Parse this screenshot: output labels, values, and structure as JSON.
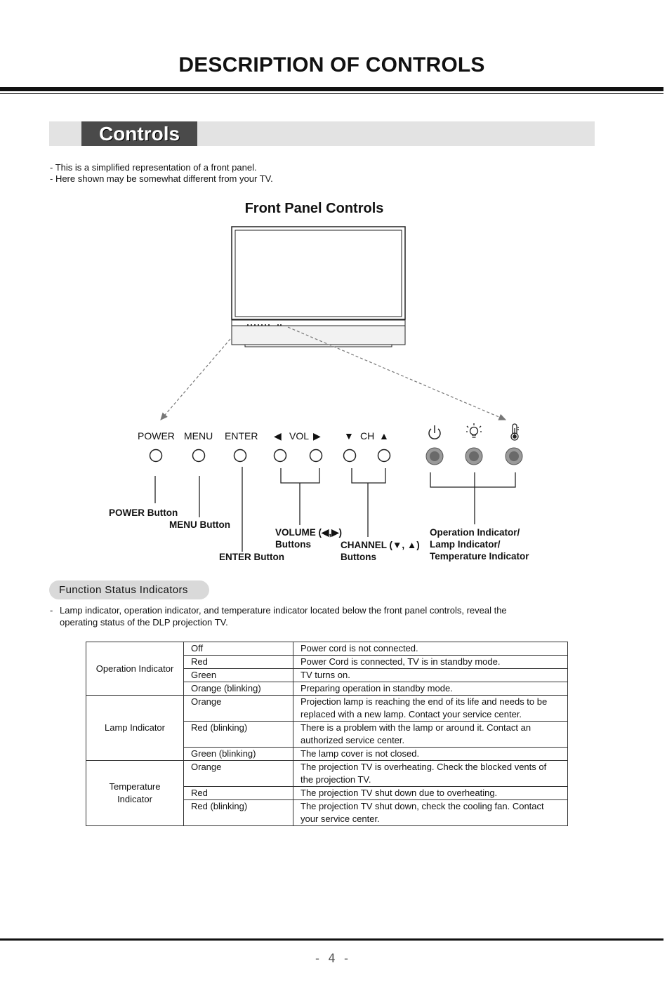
{
  "page": {
    "title": "DESCRIPTION OF CONTROLS",
    "section_tab": "Controls",
    "notes": [
      "- This is a simplified representation of a front panel.",
      "- Here shown may be somewhat different from your TV."
    ],
    "figure_title": "Front Panel Controls",
    "page_number": "- 4 -"
  },
  "front_panel": {
    "labels": {
      "power": "POWER",
      "menu": "MENU",
      "enter": "ENTER",
      "vol_left": "◀",
      "vol": "VOL",
      "vol_right": "▶",
      "ch_down": "▼",
      "ch": "CH",
      "ch_up": "▲"
    },
    "indicator_icons": [
      "power-symbol-icon",
      "lamp-icon",
      "thermometer-icon"
    ],
    "callouts": {
      "power": "POWER Button",
      "menu": "MENU Button",
      "enter": "ENTER Button",
      "volume_line1": "VOLUME (◀,▶)",
      "volume_line2": "Buttons",
      "channel_line1": "CHANNEL (▼, ▲)",
      "channel_line2": "Buttons",
      "indicators_line1": "Operation Indicator/",
      "indicators_line2": "Lamp Indicator/",
      "indicators_line3": "Temperature Indicator"
    }
  },
  "function_status": {
    "heading": "Function Status Indicators",
    "dash": "-",
    "description": "Lamp indicator, operation indicator, and temperature indicator located below the front panel controls, reveal the operating status of the DLP projection TV.",
    "groups": [
      {
        "name": "Operation Indicator",
        "rows": [
          {
            "state": "Off",
            "meaning": "Power cord is not connected."
          },
          {
            "state": "Red",
            "meaning": "Power Cord is connected, TV is in standby mode."
          },
          {
            "state": "Green",
            "meaning": "TV turns on."
          },
          {
            "state": "Orange (blinking)",
            "meaning": "Preparing operation in standby mode."
          }
        ]
      },
      {
        "name": "Lamp Indicator",
        "rows": [
          {
            "state": "Orange",
            "meaning": "Projection lamp is reaching the end of its life and needs to be replaced with a new lamp. Contact your service center."
          },
          {
            "state": "Red (blinking)",
            "meaning": "There is a problem with the lamp or around it. Contact an authorized service center."
          },
          {
            "state": "Green (blinking)",
            "meaning": "The lamp cover is not closed."
          }
        ]
      },
      {
        "name": "Temperature Indicator",
        "rows": [
          {
            "state": "Orange",
            "meaning": "The projection TV is overheating. Check the blocked vents of the projection TV."
          },
          {
            "state": "Red",
            "meaning": "The projection TV shut down due to overheating."
          },
          {
            "state": "Red (blinking)",
            "meaning": "The projection TV shut down, check the cooling fan. Contact your service center."
          }
        ]
      }
    ]
  }
}
